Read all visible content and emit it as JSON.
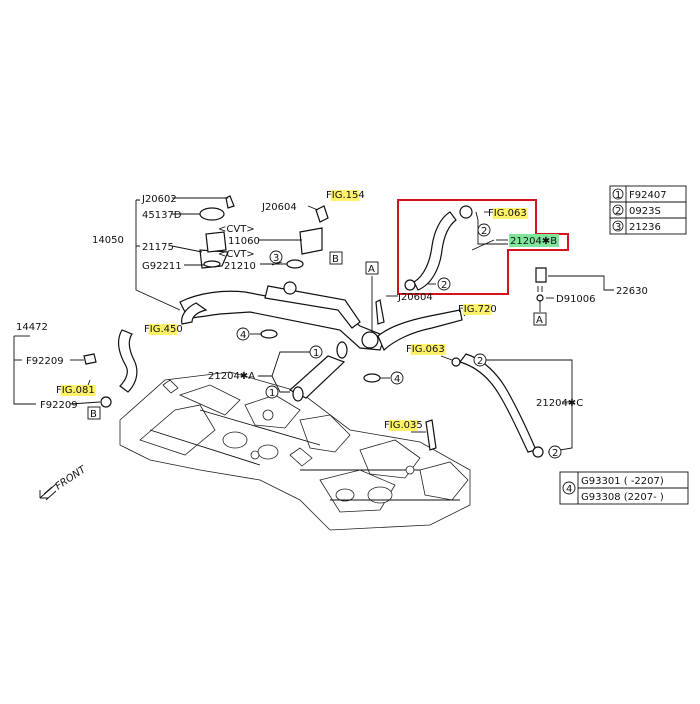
{
  "parts": {
    "p_j20602": "J20602",
    "p_45137d": "45137D",
    "p_14050": "14050",
    "p_21175": "21175",
    "p_g92211": "G92211",
    "p_j20604a": "J20604",
    "p_cvt1": "<CVT>",
    "p_11060": "11060",
    "p_cvt2": "<CVT>",
    "p_21210": "21210",
    "p_j20604b": "J20604",
    "p_14472": "14472",
    "p_f92209a": "F92209",
    "p_f92209b": "F92209",
    "p_21204a": "21204✱A",
    "p_21204b": "21204✱B",
    "p_21204c": "21204✱C",
    "p_22630": "22630",
    "p_d91006": "D91006",
    "front": "FRONT"
  },
  "refs": {
    "fig154": {
      "pre": "F",
      "hl": "IG.15",
      "post": "4"
    },
    "fig063a": {
      "pre": "F",
      "hl": "IG.063",
      "post": ""
    },
    "fig450": {
      "pre": "F",
      "hl": "IG.45",
      "post": "0"
    },
    "fig081": {
      "pre": "F",
      "hl": "IG.081",
      "post": ""
    },
    "fig720": {
      "pre": "F",
      "hl": "IG.72",
      "post": "0"
    },
    "fig063b": {
      "pre": "F",
      "hl": "IG.063",
      "post": ""
    },
    "fig035": {
      "pre": "F",
      "hl": "IG.03",
      "post": "5"
    }
  },
  "markers": {
    "box_a": "A",
    "box_b": "B",
    "c1": "1",
    "c2": "2",
    "c3": "3",
    "c4": "4"
  },
  "legend_top": [
    {
      "num": "1",
      "code": "F92407"
    },
    {
      "num": "2",
      "code": "0923S"
    },
    {
      "num": "3",
      "code": "21236"
    }
  ],
  "legend_bottom": {
    "num": "4",
    "rows": [
      "G93301 ( -2207)",
      "G93308 (2207- )"
    ]
  }
}
